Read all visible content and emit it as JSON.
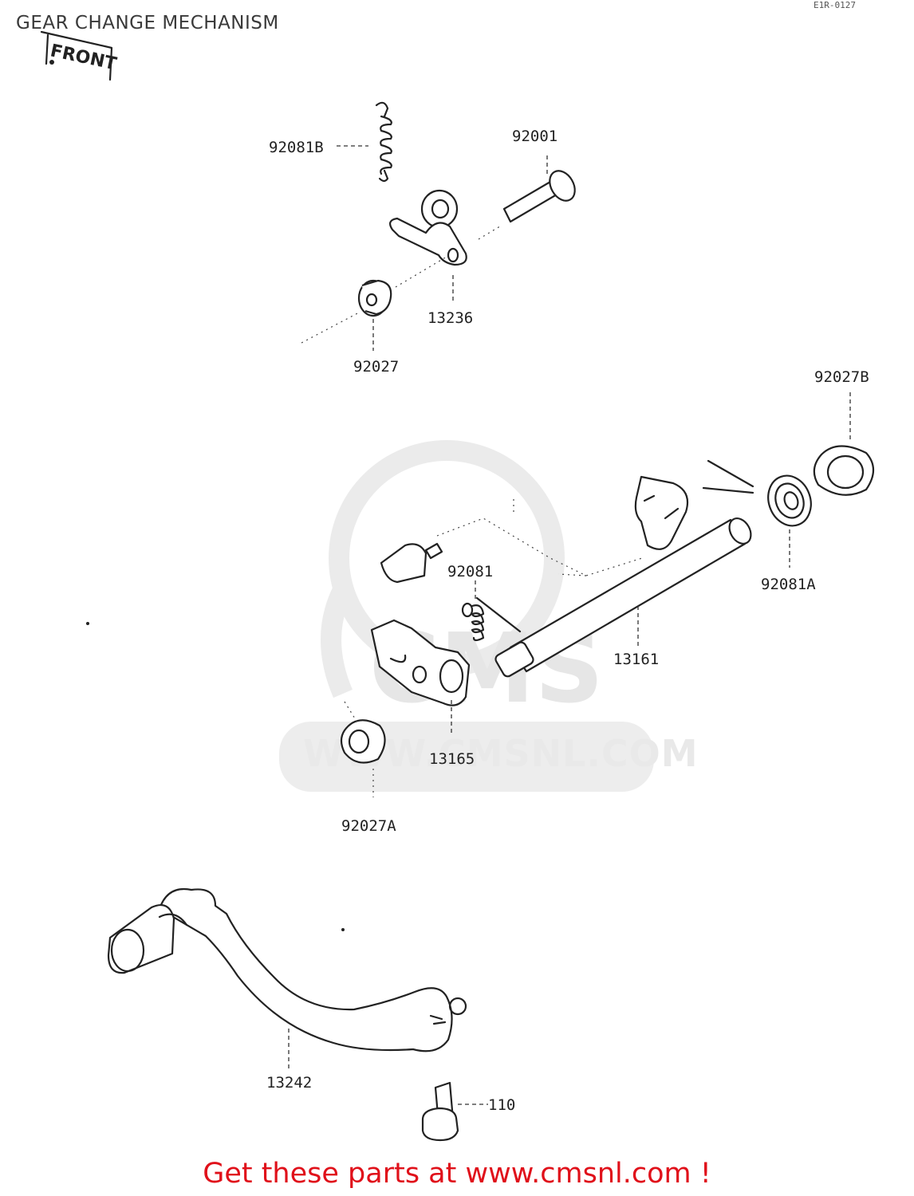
{
  "diagram": {
    "title": "GEAR CHANGE MECHANISM",
    "orientation_label": "FRONT",
    "corner_code": "E1R-0127"
  },
  "parts": {
    "p92081B": "92081B",
    "p92001": "92001",
    "p13236": "13236",
    "p92027": "92027",
    "p92027B": "92027B",
    "p92081": "92081",
    "p92081A": "92081A",
    "p13161": "13161",
    "p13165": "13165",
    "p92027A": "92027A",
    "p13242": "13242",
    "p110": "110"
  },
  "watermark": {
    "url": "WWW.CMSNL.COM",
    "brand": "CMS"
  },
  "footer": {
    "text": "Get these parts at www.cmsnl.com !"
  },
  "colors": {
    "footer": "#e0101a",
    "ink": "#222222",
    "watermark": "#e6e6e6"
  }
}
